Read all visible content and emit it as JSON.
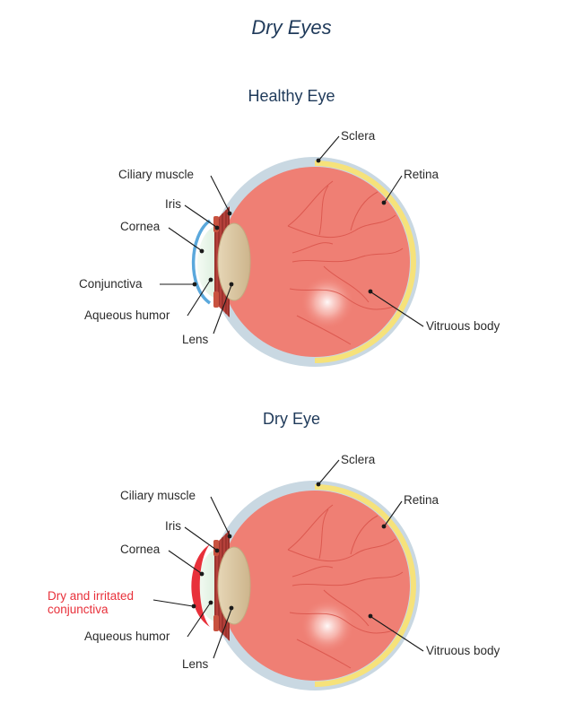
{
  "title": "Dry Eyes",
  "diagrams": [
    {
      "title": "Healthy Eye",
      "labels": {
        "sclera": "Sclera",
        "ciliary_muscle": "Ciliary muscle",
        "retina": "Retina",
        "iris": "Iris",
        "cornea": "Cornea",
        "conjunctiva": "Conjunctiva",
        "aqueous_humor": "Aqueous humor",
        "lens": "Lens",
        "vitreous_body": "Vitruous body"
      }
    },
    {
      "title": "Dry Eye",
      "labels": {
        "sclera": "Sclera",
        "ciliary_muscle": "Ciliary muscle",
        "retina": "Retina",
        "iris": "Iris",
        "cornea": "Cornea",
        "conjunctiva_line1": "Dry and irritated",
        "conjunctiva_line2": "conjunctiva",
        "aqueous_humor": "Aqueous humor",
        "lens": "Lens",
        "vitreous_body": "Vitruous body"
      }
    }
  ],
  "colors": {
    "title": "#1f3a5a",
    "sclera": "#c9d8e2",
    "vitreous": "#ef7f74",
    "retina": "#f6e27a",
    "lens": "#d8c49e",
    "healthy_conjunctiva": "#5aa8dc",
    "dry_conjunctiva": "#e8303a"
  }
}
